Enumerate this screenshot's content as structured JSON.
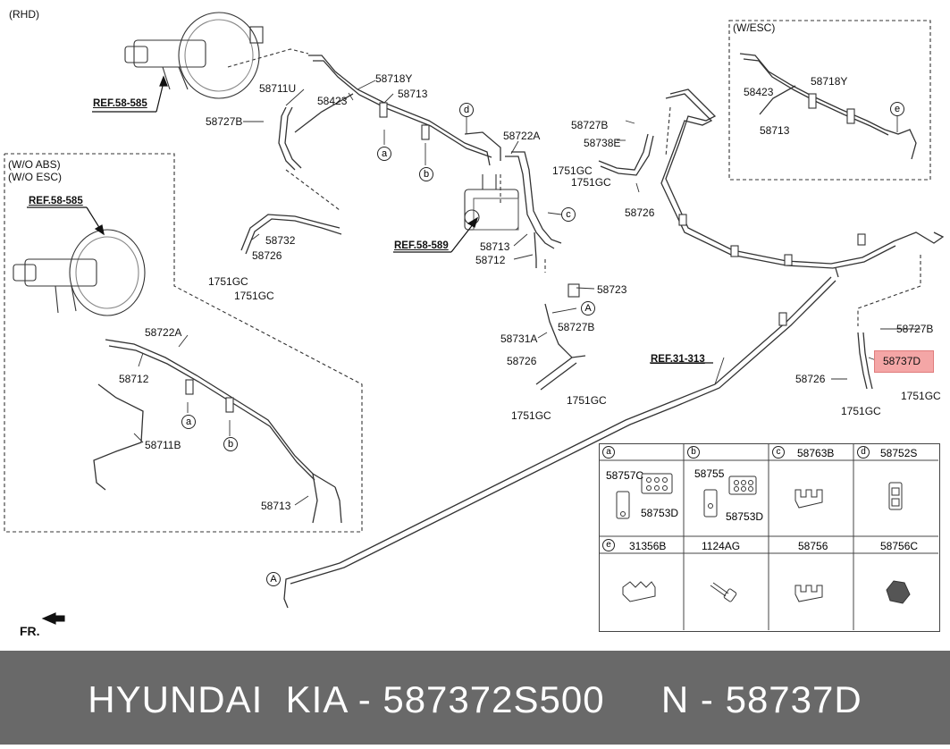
{
  "variant_labels": {
    "rhd": "(RHD)",
    "wo_abs": "(W/O ABS)",
    "wo_esc": "(W/O ESC)",
    "w_esc": "(W/ESC)",
    "fr": "FR."
  },
  "references": {
    "ref_top": "REF.58-585",
    "ref_left": "REF.58-585",
    "ref_abs": "REF.58-589",
    "ref_rear": "REF.31-313"
  },
  "labels": {
    "l_58718Y": "58718Y",
    "l_58711U": "58711U",
    "l_58423": "58423",
    "l_58713_top": "58713",
    "l_58727B_a": "58727B",
    "l_58722A_top": "58722A",
    "l_58727B_b": "58727B",
    "l_58738E": "58738E",
    "l_1751GC_a": "1751GC",
    "l_1751GC_b": "1751GC",
    "l_58726_a": "58726",
    "l_58732": "58732",
    "l_58726_b": "58726",
    "l_1751GC_c": "1751GC",
    "l_1751GC_d": "1751GC",
    "l_58713_mid": "58713",
    "l_58712_mid": "58712",
    "l_58723": "58723",
    "l_58727B_c": "58727B",
    "l_58731A": "58731A",
    "l_58726_c": "58726",
    "l_1751GC_e": "1751GC",
    "l_1751GC_f": "1751GC",
    "l_58727B_d": "58727B",
    "l_58737D": "58737D",
    "l_58726_d": "58726",
    "l_1751GC_g": "1751GC",
    "l_1751GC_h": "1751GC",
    "l_58722A_left": "58722A",
    "l_58712_left": "58712",
    "l_58711B": "58711B",
    "l_58713_left": "58713",
    "l_58423_esc": "58423",
    "l_58718Y_esc": "58718Y",
    "l_58713_esc": "58713"
  },
  "callouts": {
    "c_a_top": "a",
    "c_b_top": "b",
    "c_d_top": "d",
    "c_c_mid": "c",
    "c_A_mid": "A",
    "c_a_left": "a",
    "c_b_left": "b",
    "c_e_esc": "e",
    "c_A_bottom": "A"
  },
  "highlight_part": "58737D",
  "parts_table": {
    "row1": [
      {
        "key": "a",
        "part": ""
      },
      {
        "key": "b",
        "part": ""
      },
      {
        "key": "c",
        "part": "58763B"
      },
      {
        "key": "d",
        "part": "58752S"
      }
    ],
    "cell_a_labels": [
      "58757C",
      "58753D"
    ],
    "cell_b_labels": [
      "58755",
      "58753D"
    ],
    "row2": [
      {
        "key": "e",
        "part": "31356B"
      },
      {
        "key": "",
        "part": "1124AG"
      },
      {
        "key": "",
        "part": "58756"
      },
      {
        "key": "",
        "part": "58756C"
      }
    ]
  },
  "footer": {
    "text": "HYUNDAI  KIA - 587372S500     N - 58737D"
  }
}
